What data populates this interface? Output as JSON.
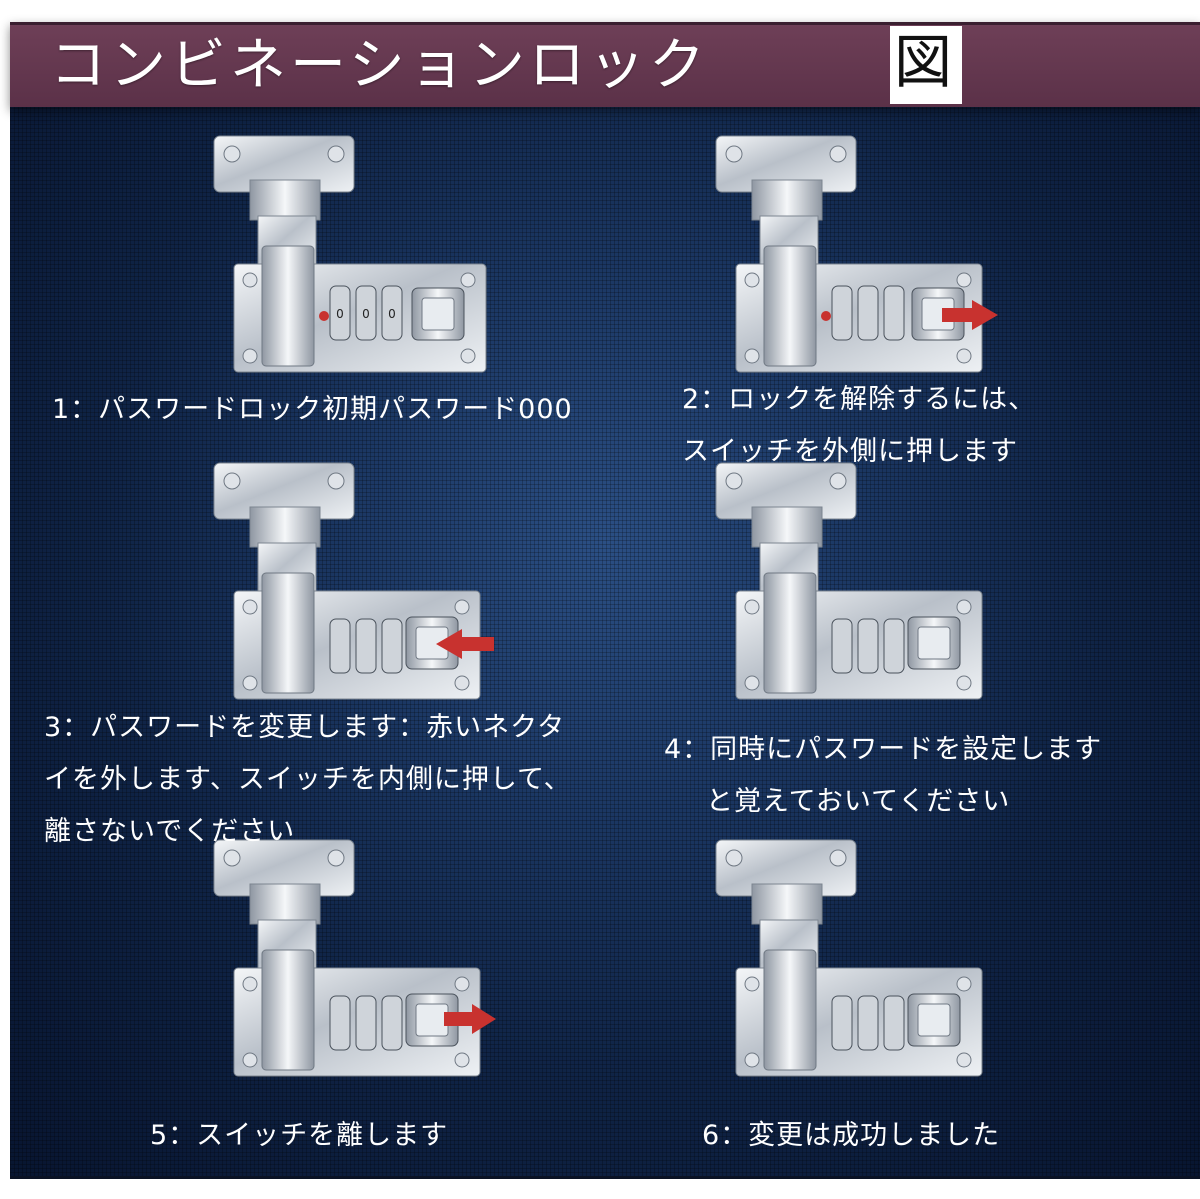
{
  "header": {
    "title_main": "コンビネーションロック",
    "title_tail": "図"
  },
  "steps": [
    {
      "lines": [
        "1：パスワードロック初期パスワード000"
      ],
      "arrow": "none"
    },
    {
      "lines": [
        "2：ロックを解除するには、",
        "スイッチを外側に押します"
      ],
      "arrow": "right"
    },
    {
      "lines": [
        "3：パスワードを変更します：赤いネクタ",
        "イを外します、スイッチを内側に押して、",
        "離さないでください"
      ],
      "arrow": "left"
    },
    {
      "lines": [
        "4：同時にパスワードを設定します",
        "と覚えておいてください"
      ],
      "arrow": "none"
    },
    {
      "lines": [
        "5：スイッチを離します"
      ],
      "arrow": "right"
    },
    {
      "lines": [
        "6：変更は成功しました"
      ],
      "arrow": "none"
    }
  ],
  "colors": {
    "header_bg": "#5b3148",
    "panel_bg": "#14294d",
    "arrow": "#c8322f",
    "metal": "#d9dde3"
  }
}
